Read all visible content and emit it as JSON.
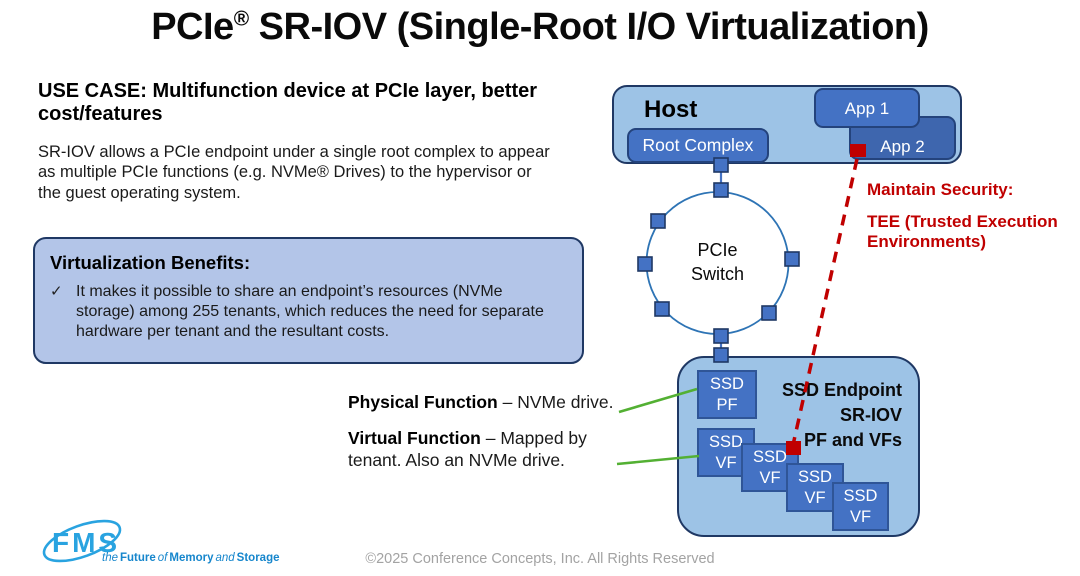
{
  "title": {
    "pre": "PCIe",
    "reg": "®",
    "post": " SR-IOV (Single-Root I/O Virtualization)"
  },
  "use_case": {
    "heading": "USE CASE: Multifunction device at PCIe layer, better cost/features",
    "body": "SR-IOV allows a PCIe endpoint under a single root complex to appear as multiple PCIe functions (e.g. NVMe® Drives) to the hypervisor or the guest operating system."
  },
  "benefits": {
    "heading": "Virtualization Benefits:",
    "check": "✓",
    "bullet": "It makes it possible to share an endpoint’s resources (NVMe storage) among 255 tenants, which reduces the need for separate hardware per tenant and the resultant costs."
  },
  "function_labels": {
    "physical_term": "Physical Function",
    "physical_desc": " – NVMe drive.",
    "virtual_term": "Virtual Function",
    "virtual_desc": " – Mapped by tenant. Also an NVMe drive."
  },
  "security": {
    "line1": "Maintain Security:",
    "line2": "TEE (Trusted Execution Environments)"
  },
  "diagram": {
    "host": "Host",
    "root_complex": "Root Complex",
    "app1": "App 1",
    "app2": "App 2",
    "switch_line1": "PCIe",
    "switch_line2": "Switch",
    "endpoint_line1": "SSD Endpoint",
    "endpoint_line2": "SR-IOV",
    "endpoint_line3": "PF and VFs",
    "pf_top": "SSD",
    "pf_bottom": "PF",
    "vf_top": "SSD",
    "vf_bottom": "VF"
  },
  "footer": {
    "copyright": "©2025 Conference Concepts, Inc. All Rights Reserved"
  },
  "logo": {
    "wordmark": "FMS",
    "tagline_the": "the",
    "tagline_future": "Future",
    "tagline_of": "of",
    "tagline_memory": "Memory",
    "tagline_and": "and",
    "tagline_storage": "Storage"
  },
  "colors": {
    "light_blue_fill": "#9DC3E6",
    "medium_blue": "#4472C4",
    "app2_blue": "#3E66AE",
    "navy_border": "#1F3864",
    "box_border_blue": "#24437C",
    "benefits_fill": "#B3C5E8",
    "security_red": "#C00000",
    "callout_green": "#53B033",
    "circle_stroke": "#2E74B5",
    "logo_blue": "#29A3E0",
    "footer_gray": "#A3A3A3"
  }
}
